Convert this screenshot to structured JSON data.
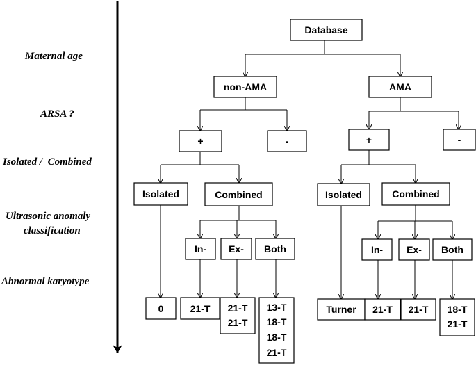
{
  "row_labels": {
    "maternal_age": "Maternal age",
    "arsa": "ARSA ?",
    "isolated_combined": "Isolated /  Combined",
    "ultrasonic_line1": "Ultrasonic anomaly",
    "ultrasonic_line2": "classification",
    "abnormal_karyotype": "Abnormal karyotype"
  },
  "nodes": {
    "database": "Database",
    "non_ama": "non-AMA",
    "ama": "AMA",
    "nonama_plus": "+",
    "nonama_minus": "-",
    "ama_plus": "+",
    "ama_minus": "-",
    "nonama_isolated": "Isolated",
    "nonama_combined": "Combined",
    "ama_isolated": "Isolated",
    "ama_combined": "Combined",
    "nonama_in": "In-",
    "nonama_ex": "Ex-",
    "nonama_both": "Both",
    "ama_in": "In-",
    "ama_ex": "Ex-",
    "ama_both": "Both"
  },
  "karyotypes": {
    "nonama_isolated": [
      "0"
    ],
    "nonama_in": [
      "21-T"
    ],
    "nonama_ex": [
      "21-T",
      "21-T"
    ],
    "nonama_both": [
      "13-T",
      "18-T",
      "18-T",
      "21-T"
    ],
    "ama_isolated": [
      "Turner"
    ],
    "ama_in": [
      "21-T"
    ],
    "ama_ex": [
      "21-T"
    ],
    "ama_both": [
      "18-T",
      "21-T"
    ]
  }
}
